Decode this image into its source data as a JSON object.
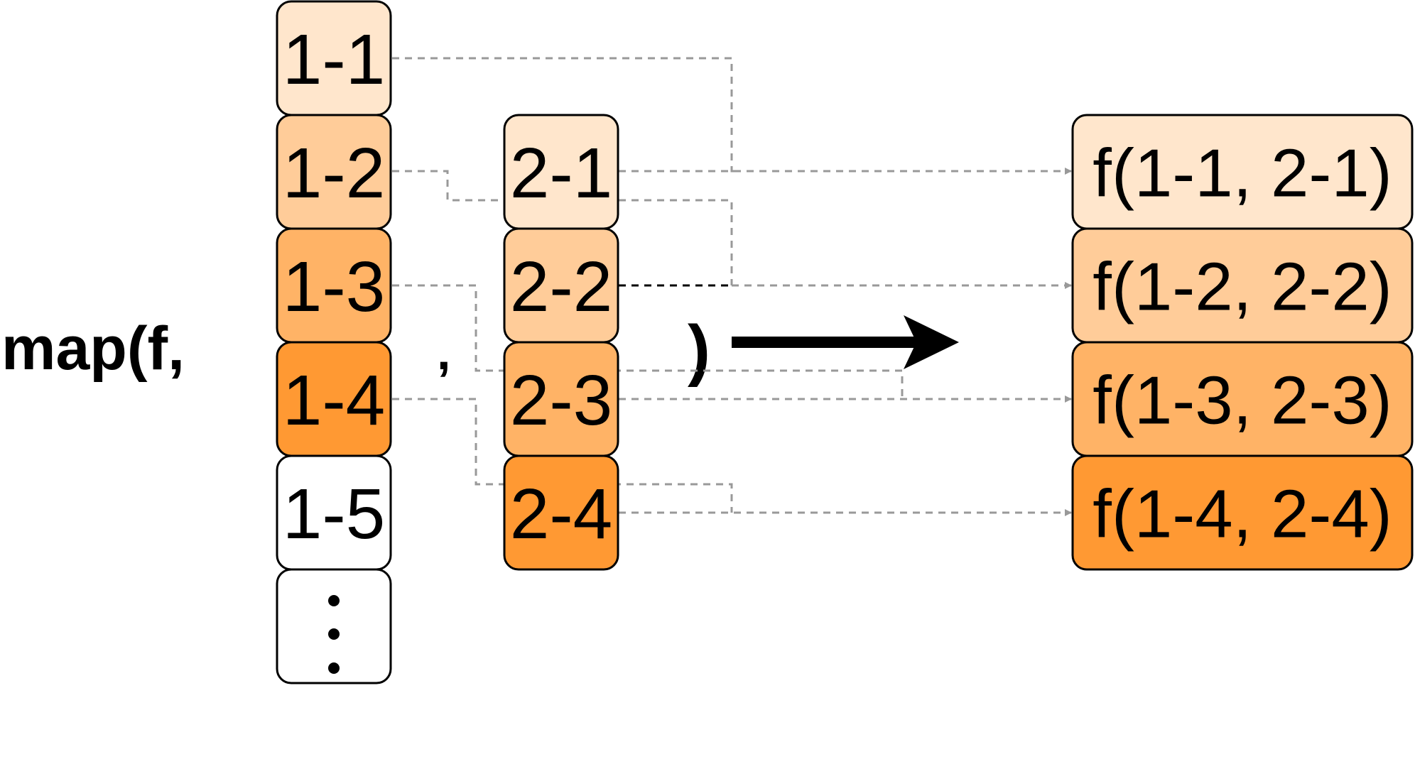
{
  "diagram": {
    "prefix": "map(f,",
    "comma": ",",
    "close_paren": ")",
    "column1": [
      {
        "label": "1-1",
        "color": "#FFE6CC"
      },
      {
        "label": "1-2",
        "color": "#FFCC99"
      },
      {
        "label": "1-3",
        "color": "#FFB366"
      },
      {
        "label": "1-4",
        "color": "#FF9933"
      },
      {
        "label": "1-5",
        "color": "#FFFFFF"
      },
      {
        "label": "",
        "color": "#FFFFFF"
      }
    ],
    "column2": [
      {
        "label": "2-1",
        "color": "#FFE6CC"
      },
      {
        "label": "2-2",
        "color": "#FFCC99"
      },
      {
        "label": "2-3",
        "color": "#FFB366"
      },
      {
        "label": "2-4",
        "color": "#FF9933"
      }
    ],
    "results": [
      {
        "label": "f(1-1, 2-1)",
        "color": "#FFE6CC"
      },
      {
        "label": "f(1-2, 2-2)",
        "color": "#FFCC99"
      },
      {
        "label": "f(1-3, 2-3)",
        "color": "#FFB366"
      },
      {
        "label": "f(1-4, 2-4)",
        "color": "#FF9933"
      }
    ],
    "ellipsis_icon": "vertical-ellipsis",
    "arrow_icon": "right-arrow",
    "connector_color": "#999999"
  }
}
